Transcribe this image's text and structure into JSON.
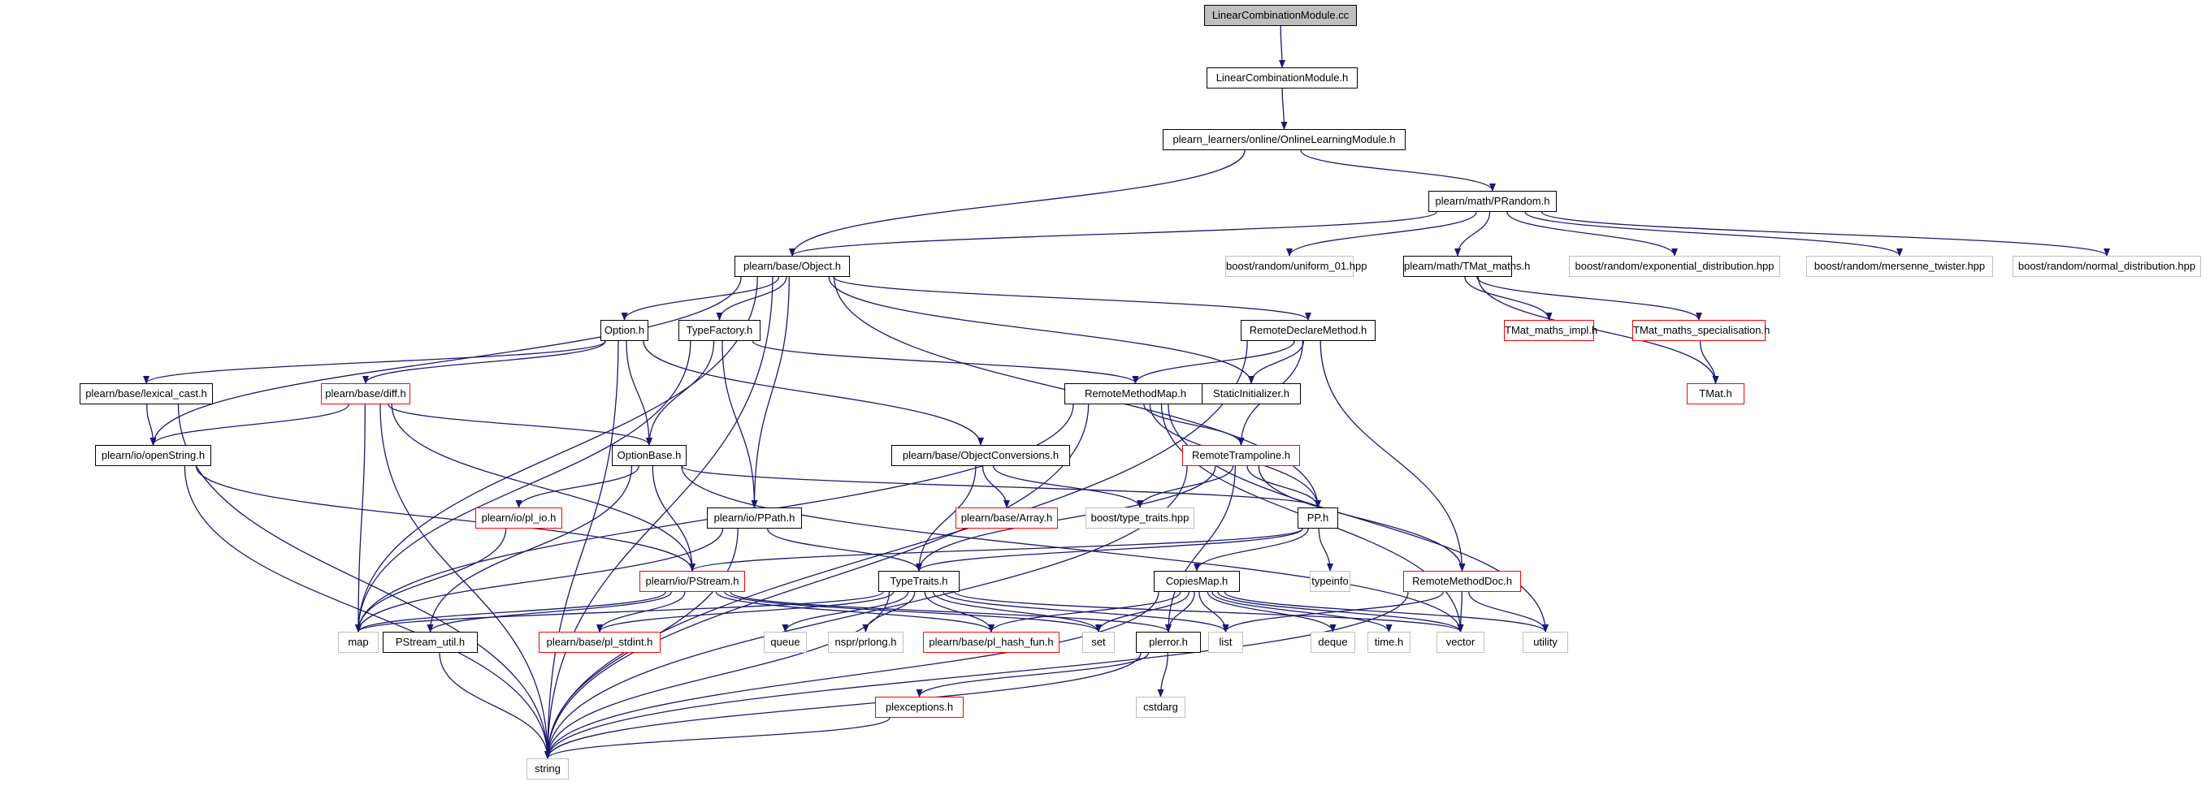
{
  "diagram": {
    "colors": {
      "edge": "#191970",
      "root_fill": "#bfbfbf",
      "border_default": "#000000",
      "border_red": "#ff0000",
      "border_gray": "#bfbfbf"
    },
    "nodes": [
      {
        "id": "n0",
        "label": "LinearCombinationModule.cc",
        "style": "root"
      },
      {
        "id": "n1",
        "label": "LinearCombinationModule.h",
        "style": "black"
      },
      {
        "id": "n2",
        "label": "plearn_learners/online/OnlineLearningModule.h",
        "style": "black"
      },
      {
        "id": "n3",
        "label": "plearn/math/PRandom.h",
        "style": "black"
      },
      {
        "id": "n4",
        "label": "plearn/base/Object.h",
        "style": "black"
      },
      {
        "id": "n5",
        "label": "boost/random/uniform_01.hpp",
        "style": "gray"
      },
      {
        "id": "n6",
        "label": "plearn/math/TMat_maths.h",
        "style": "black"
      },
      {
        "id": "n7",
        "label": "boost/random/exponential_distribution.hpp",
        "style": "gray"
      },
      {
        "id": "n8",
        "label": "boost/random/mersenne_twister.hpp",
        "style": "gray"
      },
      {
        "id": "n9",
        "label": "boost/random/normal_distribution.hpp",
        "style": "gray"
      },
      {
        "id": "n10",
        "label": "Option.h",
        "style": "black"
      },
      {
        "id": "n11",
        "label": "TypeFactory.h",
        "style": "black"
      },
      {
        "id": "n12",
        "label": "RemoteDeclareMethod.h",
        "style": "black"
      },
      {
        "id": "n13",
        "label": "TMat_maths_impl.h",
        "style": "red"
      },
      {
        "id": "n14",
        "label": "TMat_maths_specialisation.h",
        "style": "red"
      },
      {
        "id": "n15",
        "label": "plearn/base/lexical_cast.h",
        "style": "black"
      },
      {
        "id": "n16",
        "label": "plearn/base/diff.h",
        "style": "red"
      },
      {
        "id": "n17",
        "label": "RemoteMethodMap.h",
        "style": "black"
      },
      {
        "id": "n18",
        "label": "StaticInitializer.h",
        "style": "black"
      },
      {
        "id": "n19",
        "label": "TMat.h",
        "style": "red"
      },
      {
        "id": "n20",
        "label": "plearn/io/openString.h",
        "style": "black"
      },
      {
        "id": "n21",
        "label": "OptionBase.h",
        "style": "black"
      },
      {
        "id": "n22",
        "label": "plearn/base/ObjectConversions.h",
        "style": "black"
      },
      {
        "id": "n23",
        "label": "RemoteTrampoline.h",
        "style": "red"
      },
      {
        "id": "n24",
        "label": "plearn/io/pl_io.h",
        "style": "red"
      },
      {
        "id": "n25",
        "label": "plearn/base/Array.h",
        "style": "red"
      },
      {
        "id": "n26",
        "label": "boost/type_traits.hpp",
        "style": "gray"
      },
      {
        "id": "n27",
        "label": "PP.h",
        "style": "black"
      },
      {
        "id": "n28",
        "label": "plearn/io/PPath.h",
        "style": "black"
      },
      {
        "id": "n29",
        "label": "typeinfo",
        "style": "gray"
      },
      {
        "id": "n30",
        "label": "plearn/io/PStream.h",
        "style": "red"
      },
      {
        "id": "n31",
        "label": "TypeTraits.h",
        "style": "black"
      },
      {
        "id": "n32",
        "label": "CopiesMap.h",
        "style": "black"
      },
      {
        "id": "n33",
        "label": "RemoteMethodDoc.h",
        "style": "red"
      },
      {
        "id": "n34",
        "label": "map",
        "style": "gray"
      },
      {
        "id": "n35",
        "label": "PStream_util.h",
        "style": "black"
      },
      {
        "id": "n36",
        "label": "plearn/base/pl_stdint.h",
        "style": "red"
      },
      {
        "id": "n37",
        "label": "queue",
        "style": "gray"
      },
      {
        "id": "n38",
        "label": "nspr/prlong.h",
        "style": "gray"
      },
      {
        "id": "n39",
        "label": "plearn/base/pl_hash_fun.h",
        "style": "red"
      },
      {
        "id": "n40",
        "label": "set",
        "style": "gray"
      },
      {
        "id": "n41",
        "label": "plerror.h",
        "style": "black"
      },
      {
        "id": "n42",
        "label": "list",
        "style": "gray"
      },
      {
        "id": "n43",
        "label": "deque",
        "style": "gray"
      },
      {
        "id": "n44",
        "label": "time.h",
        "style": "gray"
      },
      {
        "id": "n45",
        "label": "vector",
        "style": "gray"
      },
      {
        "id": "n46",
        "label": "utility",
        "style": "gray"
      },
      {
        "id": "n47",
        "label": "plexceptions.h",
        "style": "red"
      },
      {
        "id": "n48",
        "label": "cstdarg",
        "style": "gray"
      },
      {
        "id": "n49",
        "label": "string",
        "style": "gray"
      }
    ],
    "edges": [
      [
        "n0",
        "n1"
      ],
      [
        "n1",
        "n2"
      ],
      [
        "n2",
        "n4"
      ],
      [
        "n2",
        "n3"
      ],
      [
        "n3",
        "n4"
      ],
      [
        "n3",
        "n5"
      ],
      [
        "n3",
        "n6"
      ],
      [
        "n3",
        "n7"
      ],
      [
        "n3",
        "n8"
      ],
      [
        "n3",
        "n9"
      ],
      [
        "n4",
        "n10"
      ],
      [
        "n4",
        "n11"
      ],
      [
        "n4",
        "n12"
      ],
      [
        "n4",
        "n18"
      ],
      [
        "n4",
        "n20"
      ],
      [
        "n4",
        "n28"
      ],
      [
        "n4",
        "n27"
      ],
      [
        "n4",
        "n34"
      ],
      [
        "n4",
        "n49"
      ],
      [
        "n6",
        "n13"
      ],
      [
        "n6",
        "n14"
      ],
      [
        "n6",
        "n19"
      ],
      [
        "n14",
        "n19"
      ],
      [
        "n10",
        "n15"
      ],
      [
        "n10",
        "n16"
      ],
      [
        "n10",
        "n21"
      ],
      [
        "n10",
        "n22"
      ],
      [
        "n10",
        "n49"
      ],
      [
        "n11",
        "n21"
      ],
      [
        "n11",
        "n17"
      ],
      [
        "n11",
        "n28"
      ],
      [
        "n11",
        "n34"
      ],
      [
        "n12",
        "n17"
      ],
      [
        "n12",
        "n18"
      ],
      [
        "n12",
        "n23"
      ],
      [
        "n12",
        "n33"
      ],
      [
        "n12",
        "n49"
      ],
      [
        "n15",
        "n20"
      ],
      [
        "n15",
        "n49"
      ],
      [
        "n16",
        "n20"
      ],
      [
        "n16",
        "n21"
      ],
      [
        "n16",
        "n30"
      ],
      [
        "n16",
        "n34"
      ],
      [
        "n16",
        "n49"
      ],
      [
        "n17",
        "n23"
      ],
      [
        "n17",
        "n27"
      ],
      [
        "n17",
        "n34"
      ],
      [
        "n17",
        "n45"
      ],
      [
        "n17",
        "n46"
      ],
      [
        "n17",
        "n49"
      ],
      [
        "n20",
        "n30"
      ],
      [
        "n20",
        "n49"
      ],
      [
        "n21",
        "n24"
      ],
      [
        "n21",
        "n27"
      ],
      [
        "n21",
        "n30"
      ],
      [
        "n21",
        "n35"
      ],
      [
        "n21",
        "n45"
      ],
      [
        "n22",
        "n25"
      ],
      [
        "n22",
        "n26"
      ],
      [
        "n22",
        "n31"
      ],
      [
        "n23",
        "n26"
      ],
      [
        "n23",
        "n27"
      ],
      [
        "n23",
        "n31"
      ],
      [
        "n23",
        "n33"
      ],
      [
        "n23",
        "n41"
      ],
      [
        "n23",
        "n49"
      ],
      [
        "n24",
        "n34"
      ],
      [
        "n27",
        "n29"
      ],
      [
        "n27",
        "n30"
      ],
      [
        "n27",
        "n31"
      ],
      [
        "n27",
        "n32"
      ],
      [
        "n28",
        "n31"
      ],
      [
        "n28",
        "n34"
      ],
      [
        "n28",
        "n49"
      ],
      [
        "n30",
        "n34"
      ],
      [
        "n30",
        "n35"
      ],
      [
        "n30",
        "n36"
      ],
      [
        "n30",
        "n39"
      ],
      [
        "n30",
        "n40"
      ],
      [
        "n30",
        "n41"
      ],
      [
        "n31",
        "n34"
      ],
      [
        "n31",
        "n36"
      ],
      [
        "n31",
        "n37"
      ],
      [
        "n31",
        "n38"
      ],
      [
        "n31",
        "n39"
      ],
      [
        "n31",
        "n40"
      ],
      [
        "n31",
        "n42"
      ],
      [
        "n31",
        "n45"
      ],
      [
        "n31",
        "n49"
      ],
      [
        "n32",
        "n39"
      ],
      [
        "n32",
        "n40"
      ],
      [
        "n32",
        "n41"
      ],
      [
        "n32",
        "n42"
      ],
      [
        "n32",
        "n43"
      ],
      [
        "n32",
        "n44"
      ],
      [
        "n32",
        "n45"
      ],
      [
        "n32",
        "n46"
      ],
      [
        "n32",
        "n49"
      ],
      [
        "n33",
        "n42"
      ],
      [
        "n33",
        "n45"
      ],
      [
        "n33",
        "n46"
      ],
      [
        "n33",
        "n49"
      ],
      [
        "n35",
        "n49"
      ],
      [
        "n41",
        "n47"
      ],
      [
        "n41",
        "n48"
      ],
      [
        "n41",
        "n49"
      ],
      [
        "n47",
        "n49"
      ]
    ]
  }
}
